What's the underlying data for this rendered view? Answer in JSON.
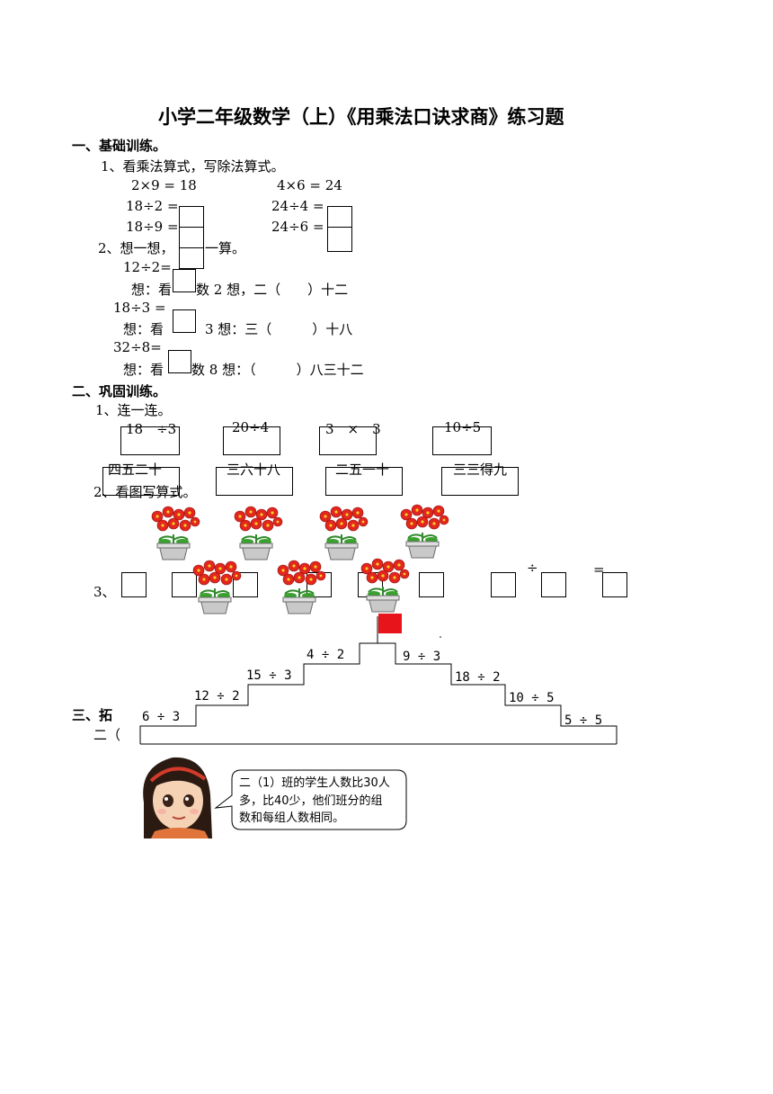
{
  "title": "小学二年级数学（上）《用乘法口诀求商》练习题",
  "section1": {
    "heading": "一、基础训练。",
    "q1": {
      "label": "1、看乘法算式，写除法算式。",
      "left_mult": "2×9 = 18",
      "right_mult": "4×6 = 24",
      "left_div1": "18÷2 =",
      "left_div2": "18÷9 =",
      "right_div1": "24÷4 =",
      "right_div2": "24÷6 ="
    },
    "q2": {
      "label": "2、想一想，",
      "label_tail": "一算。",
      "e1": "12÷2=",
      "e1_hint_a": "想：看",
      "e1_hint_b": "数 2 想，二（　　）十二",
      "e2": "18÷3 =",
      "e2_hint_a": "想：看",
      "e2_hint_b": "3 想：三（　　　）十八",
      "e3": "32÷8=",
      "e3_hint_a": "想：看",
      "e3_hint_b": "数 8 想：（　　　）八三十二"
    }
  },
  "section2": {
    "heading": "二、巩固训练。",
    "q1": {
      "label": "1、连一连。",
      "top": [
        "18　÷3",
        "20÷4",
        "3　×　3",
        "10÷5"
      ],
      "bottom": [
        "四五二十",
        "三六十八",
        "二五一十",
        "三三得九"
      ]
    },
    "q2": {
      "label": "2、看图写算式。"
    },
    "q3": {
      "label": "3、",
      "div_sign": "÷",
      "eq_sign": "="
    }
  },
  "staircase": {
    "flag_color": "#e8141c",
    "steps": [
      "6 ÷ 3",
      "12 ÷ 2",
      "15 ÷ 3",
      "4 ÷ 2",
      "9 ÷ 3",
      "18 ÷ 2",
      "10 ÷ 5",
      "5 ÷ 5"
    ]
  },
  "section3": {
    "heading": "三、拓",
    "line": "二（"
  },
  "speech_bubble": {
    "line1": "二（1）班的学生人数比30人",
    "line2": "多，比40少，他们班分的组",
    "line3": "数和每组人数相同。"
  }
}
